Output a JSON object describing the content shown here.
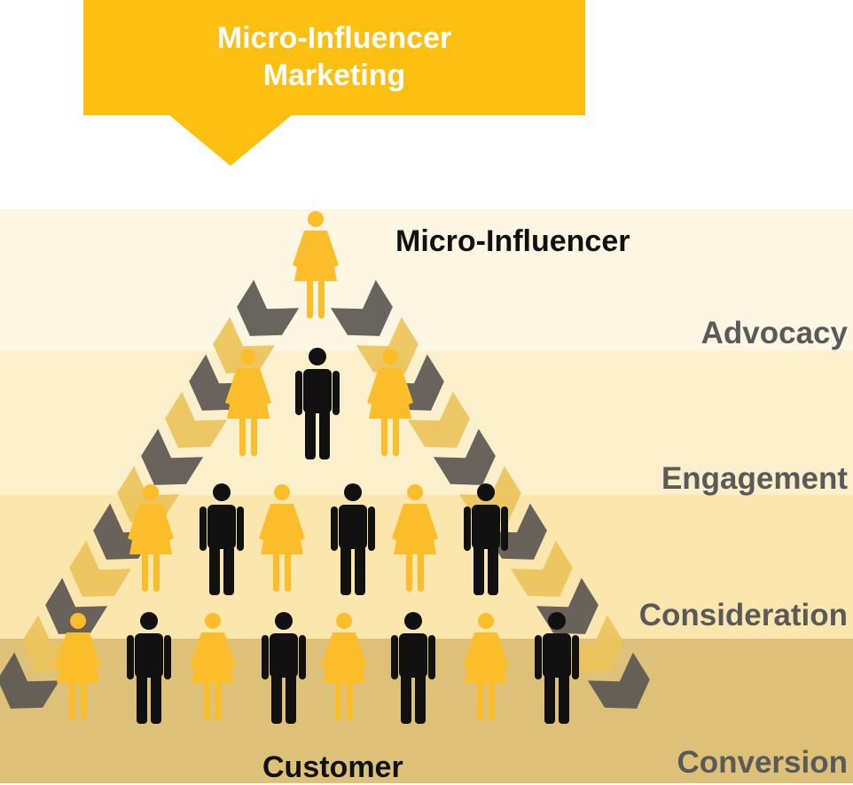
{
  "callout": {
    "line1": "Micro-Influencer",
    "line2": "Marketing"
  },
  "apex_label": "Micro-Influencer",
  "base_label": "Customer",
  "stages": [
    {
      "label": "Advocacy"
    },
    {
      "label": "Engagement"
    },
    {
      "label": "Consideration"
    },
    {
      "label": "Conversion"
    }
  ],
  "colors": {
    "accent": "#FDC010",
    "figure_yellow": "#FCBD2A",
    "figure_black": "#111111",
    "arrow_gray": "#5b5752",
    "arrow_gold": "#ECC35A",
    "label_gray": "#5a5a5a",
    "band_1": "#FDF6E3",
    "band_2": "#FCEFCB",
    "band_3": "#FBE6AE",
    "band_4": "#DDC179"
  },
  "rows": [
    [
      "female"
    ],
    [
      "female",
      "male",
      "female"
    ],
    [
      "female",
      "male",
      "female",
      "male",
      "female",
      "male"
    ],
    [
      "female",
      "male",
      "female",
      "male",
      "female",
      "male",
      "female",
      "male"
    ]
  ]
}
